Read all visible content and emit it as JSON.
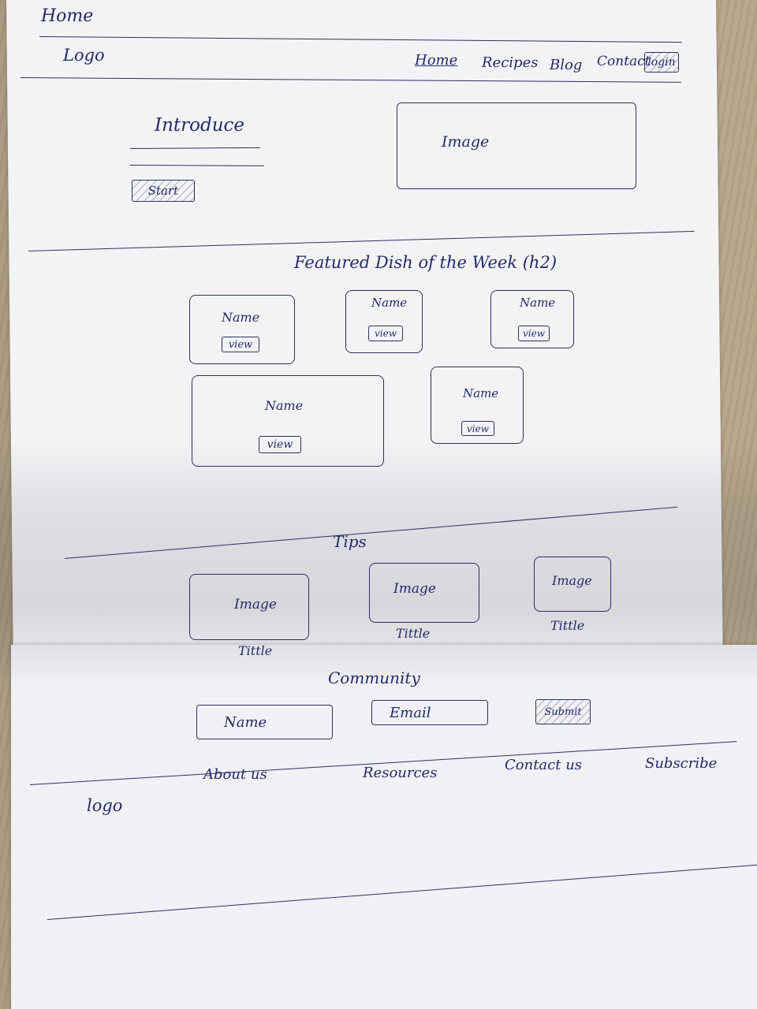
{
  "browser": {
    "tab_title": "Home"
  },
  "header": {
    "logo": "Logo",
    "nav": [
      {
        "label": "Home",
        "active": true
      },
      {
        "label": "Recipes"
      },
      {
        "label": "Blog"
      },
      {
        "label": "Contact"
      }
    ],
    "login_label": "login"
  },
  "hero": {
    "heading": "Introduce",
    "start_label": "Start",
    "image_label": "Image"
  },
  "featured": {
    "heading": "Featured Dish of the Week (h2)",
    "cards": [
      {
        "name": "Name",
        "view_label": "view"
      },
      {
        "name": "Name",
        "view_label": "view"
      },
      {
        "name": "Name",
        "view_label": "view"
      },
      {
        "name": "Name",
        "view_label": "view"
      },
      {
        "name": "Name",
        "view_label": "view"
      }
    ]
  },
  "tips": {
    "heading": "Tips",
    "items": [
      {
        "image_label": "Image",
        "title": "Tittle"
      },
      {
        "image_label": "Image",
        "title": "Tittle"
      },
      {
        "image_label": "Image",
        "title": "Tittle"
      }
    ]
  },
  "community": {
    "heading": "Community",
    "name_placeholder": "Name",
    "email_placeholder": "Email",
    "submit_label": "Submit"
  },
  "footer": {
    "links": [
      "About us",
      "Resources",
      "Contact us",
      "Subscribe"
    ],
    "logo": "logo"
  },
  "colors": {
    "ink": "#232a6a",
    "paper": "#f3f3f6",
    "desk": "#b9a88f"
  }
}
